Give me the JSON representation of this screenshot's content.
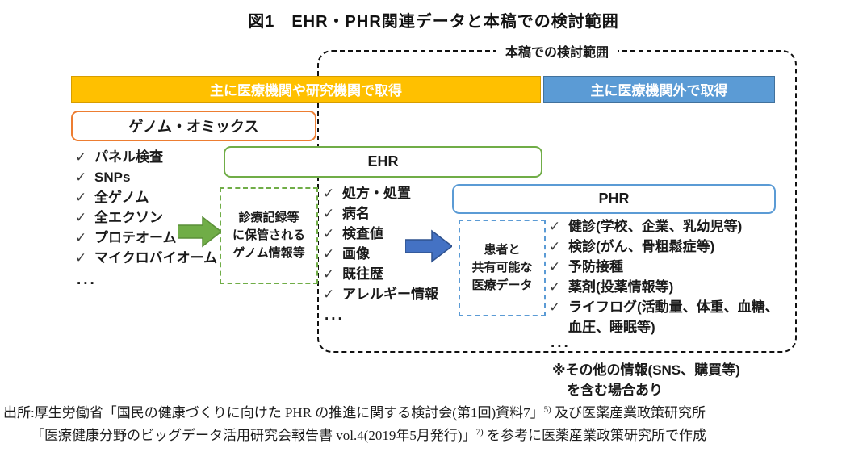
{
  "figure": {
    "title": "図1　EHR・PHR関連データと本稿での検討範囲"
  },
  "glyphs": {
    "check": "✓",
    "ellipsis": "..."
  },
  "scope": {
    "label": "本稿での検討範囲"
  },
  "banners": {
    "medical": {
      "label": "主に医療機関や研究機関で取得",
      "fill": "#FFC000"
    },
    "external": {
      "label": "主に医療機関外で取得",
      "fill": "#5B9BD5"
    }
  },
  "genome": {
    "header": "ゲノム・オミックス",
    "border_color": "#ED7D31",
    "items": [
      "パネル検査",
      "SNPs",
      "全ゲノム",
      "全エクソン",
      "プロテオーム",
      "マイクロバイオーム"
    ]
  },
  "clinical_genome": {
    "lines": [
      "診療記録等",
      "に保管される",
      "ゲノム情報等"
    ],
    "border_color": "#70AD47"
  },
  "ehr": {
    "header": "EHR",
    "border_color": "#70AD47",
    "items": [
      "処方・処置",
      "病名",
      "検査値",
      "画像",
      "既往歴",
      "アレルギー情報"
    ]
  },
  "shared": {
    "lines": [
      "患者と",
      "共有可能な",
      "医療データ"
    ],
    "border_color": "#5B9BD5"
  },
  "phr": {
    "header": "PHR",
    "border_color": "#5B9BD5",
    "items": [
      "健診(学校、企業、乳幼児等)",
      "検診(がん、骨粗鬆症等)",
      "予防接種",
      "薬剤(投薬情報等)",
      "ライフログ(活動量、体重、血糖、血圧、睡眠等)"
    ]
  },
  "arrows": {
    "green": "#70AD47",
    "blue": "#4472C4"
  },
  "note": {
    "line1": "※その他の情報(SNS、購買等)",
    "line2": "を含む場合あり"
  },
  "source": {
    "line1_pre": "出所:厚生労働省「国民の健康づくりに向けた PHR の推進に関する検討会(第1回)資料7」",
    "line1_sup": "5)",
    "line1_post": " 及び医薬産業政策研究所",
    "line2_pre": "「医療健康分野のビッグデータ活用研究会報告書 vol.4(2019年5月発行)」",
    "line2_sup": "7)",
    "line2_post": " を参考に医薬産業政策研究所で作成"
  }
}
